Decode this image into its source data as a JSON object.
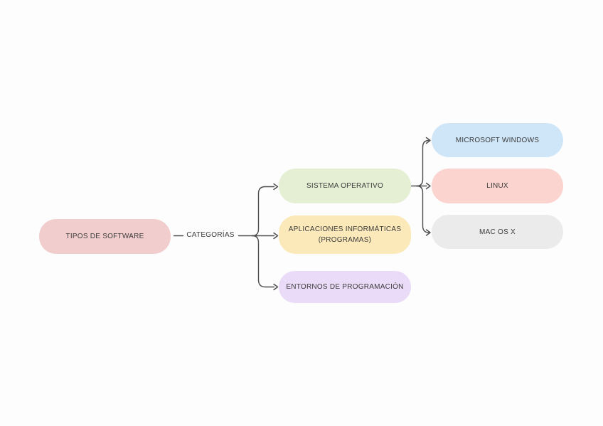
{
  "diagram": {
    "title": "Tipos de software mind map",
    "background_color": "#fdfdfd",
    "line_color": "#4d4d4d",
    "text_color": "#3b3b3b",
    "edge_label": "CATEGORÍAS",
    "nodes": [
      {
        "id": "tipos-de-software",
        "label": "TIPOS DE SOFTWARE",
        "fill": "#f2cdcd"
      },
      {
        "id": "sistema-operativo",
        "label": "SISTEMA OPERATIVO",
        "fill": "#e4efd3"
      },
      {
        "id": "aplicaciones-informaticas",
        "label": "APLICACIONES INFORMÁTICAS (PROGRAMAS)",
        "fill": "#fce9b9"
      },
      {
        "id": "entornos-de-programacion",
        "label": "ENTORNOS DE PROGRAMACIÓN",
        "fill": "#eadcf8"
      },
      {
        "id": "microsoft-windows",
        "label": "MICROSOFT WINDOWS",
        "fill": "#cfe6f8"
      },
      {
        "id": "linux",
        "label": "LINUX",
        "fill": "#fbd3cf"
      },
      {
        "id": "mac-os-x",
        "label": "MAC OS X",
        "fill": "#ebebeb"
      }
    ],
    "edges": [
      {
        "from": "tipos-de-software",
        "to": "sistema-operativo",
        "label": "CATEGORÍAS"
      },
      {
        "from": "tipos-de-software",
        "to": "aplicaciones-informaticas",
        "label": "CATEGORÍAS"
      },
      {
        "from": "tipos-de-software",
        "to": "entornos-de-programacion",
        "label": "CATEGORÍAS"
      },
      {
        "from": "sistema-operativo",
        "to": "microsoft-windows"
      },
      {
        "from": "sistema-operativo",
        "to": "linux"
      },
      {
        "from": "sistema-operativo",
        "to": "mac-os-x"
      }
    ]
  }
}
